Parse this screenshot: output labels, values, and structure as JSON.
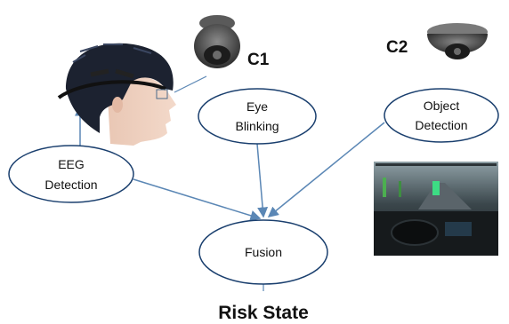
{
  "nodes": {
    "eye_blinking": {
      "line1": "Eye",
      "line2": "Blinking"
    },
    "object_detection": {
      "line1": "Object",
      "line2": "Detection"
    },
    "eeg_detection": {
      "line1": "EEG",
      "line2": "Detection"
    },
    "fusion": {
      "label": "Fusion"
    }
  },
  "cameras": {
    "c1": "C1",
    "c2": "C2"
  },
  "outcome": "Risk State",
  "colors": {
    "arrow": "#5b87b5",
    "ellipse_stroke": "#1a3f6e",
    "camera_body": "#4a4a4a"
  }
}
